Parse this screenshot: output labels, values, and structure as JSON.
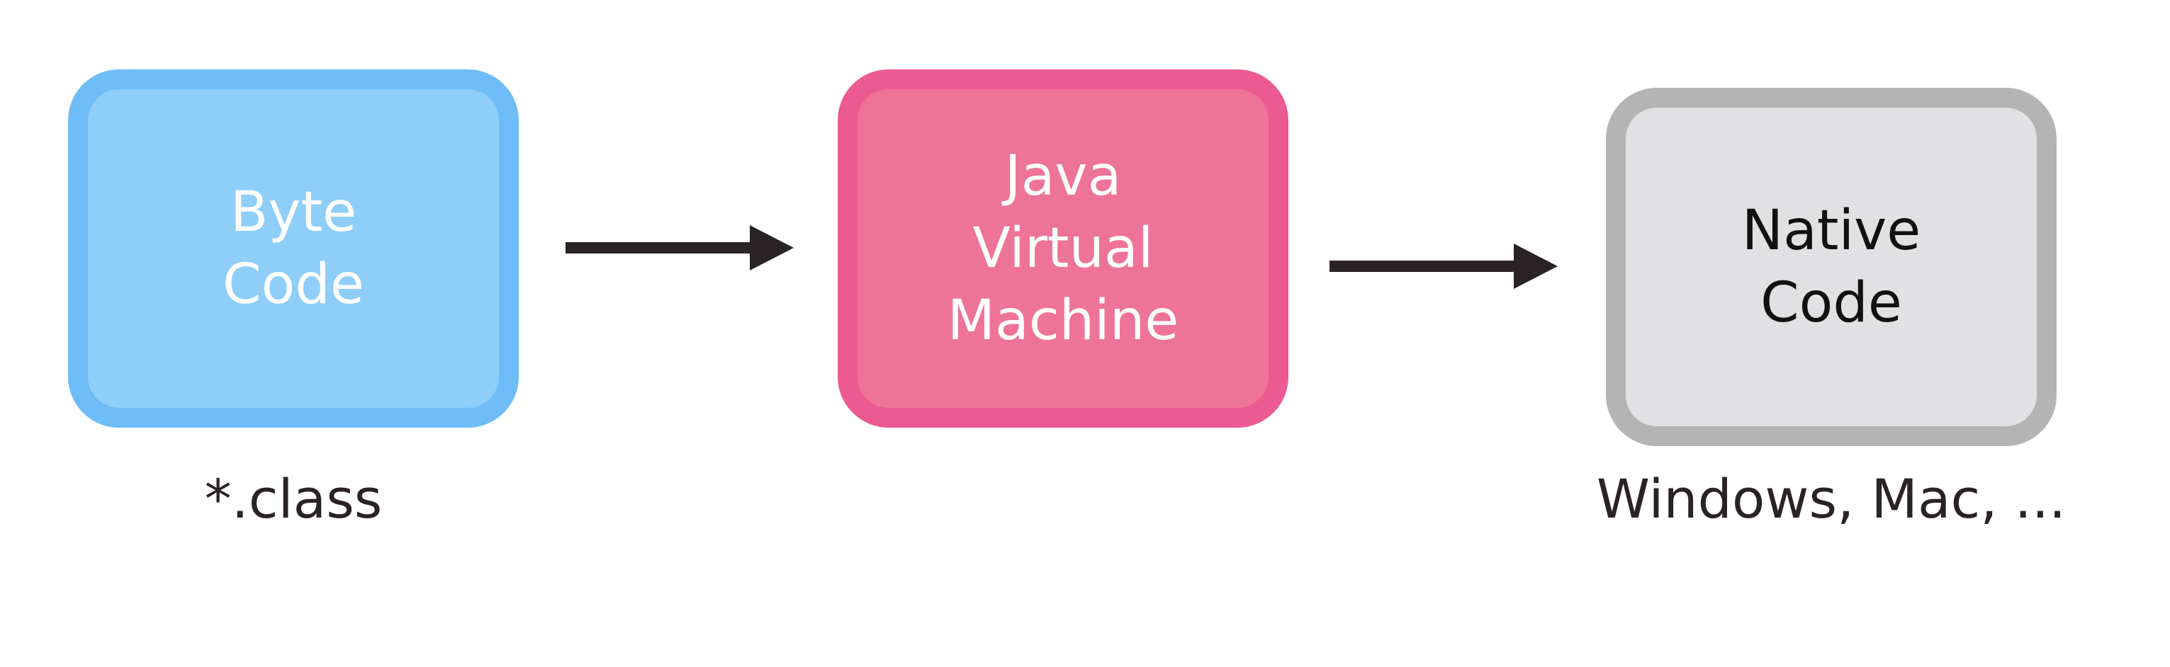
{
  "nodes": {
    "bytecode": {
      "label": "Byte\nCode",
      "caption": "*.class"
    },
    "jvm": {
      "label": "Java\nVirtual\nMachine"
    },
    "native": {
      "label": "Native\nCode",
      "caption": "Windows, Mac, ..."
    }
  },
  "edges": [
    {
      "from": "bytecode",
      "to": "jvm"
    },
    {
      "from": "jvm",
      "to": "native"
    }
  ],
  "colors": {
    "bytecode_fill": "#8ecef9",
    "bytecode_border": "#6ebcf8",
    "jvm_fill": "#ee7399",
    "jvm_border": "#ec5a91",
    "native_fill": "#e1e1e3",
    "native_border": "#b4b4b4",
    "arrow": "#2a2326"
  }
}
